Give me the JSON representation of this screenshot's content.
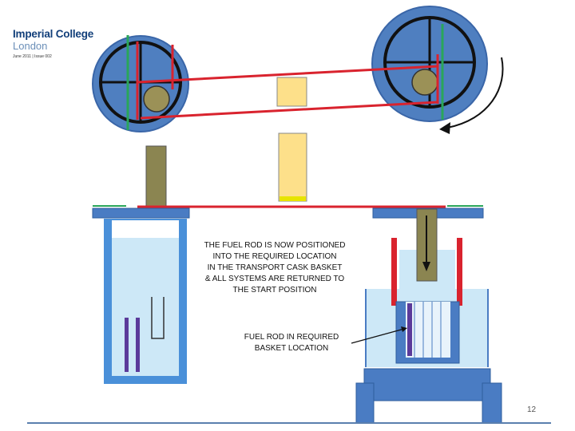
{
  "logo": {
    "line1": "Imperial College",
    "line2": "London"
  },
  "meta": {
    "date_issue": "June 2011 | Issue 002"
  },
  "captions": {
    "main": "THE FUEL ROD IS NOW POSITIONED\nINTO THE REQUIRED LOCATION\nIN THE TRANSPORT CASK BASKET\n& ALL SYSTEMS ARE RETURNED TO\nTHE START POSITION",
    "rod_location": "FUEL ROD IN REQUIRED\nBASKET LOCATION"
  },
  "page_number": "12",
  "colors": {
    "pulley_blue": "#4f7fc0",
    "structure_blue": "#4a7cc3",
    "pool_light": "#cde8f7",
    "belt_red": "#d9232e",
    "rod_khaki": "#8b8551",
    "fuel_yellow": "#fde08a",
    "marker_green": "#2aa65a",
    "rod_purple": "#5b3a9a",
    "floor_line": "#5a7fae"
  }
}
